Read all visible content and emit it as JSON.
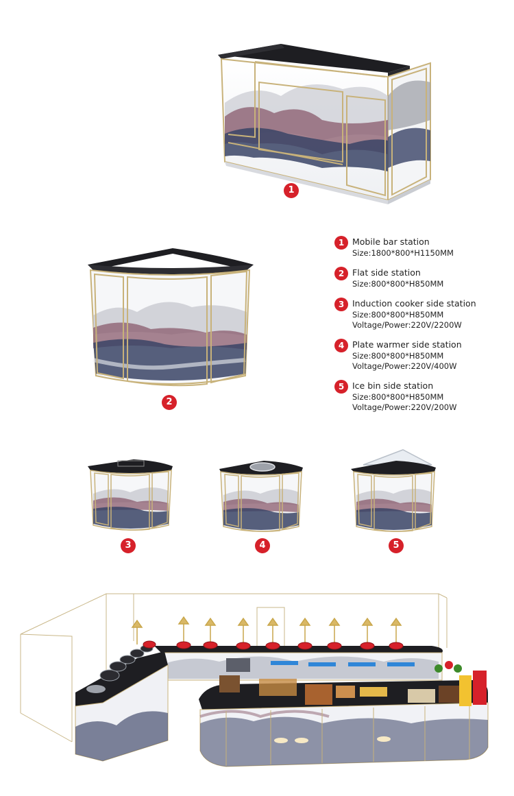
{
  "colors": {
    "accent": "#d6212a",
    "gold_frame": "#c8b27a",
    "counter_top": "#1e1e22",
    "ink_blue": "#3a4466",
    "ink_mauve": "#8a5b6c"
  },
  "badges": [
    "1",
    "2",
    "3",
    "4",
    "5"
  ],
  "specs": [
    {
      "num": "1",
      "name": "Mobile bar station",
      "lines": [
        "Size:1800*800*H1150MM"
      ]
    },
    {
      "num": "2",
      "name": "Flat side station",
      "lines": [
        "Size:800*800*H850MM"
      ]
    },
    {
      "num": "3",
      "name": "Induction cooker side station",
      "lines": [
        "Size:800*800*H850MM",
        "Voltage/Power:220V/2200W"
      ]
    },
    {
      "num": "4",
      "name": "Plate warmer side station",
      "lines": [
        "Size:800*800*H850MM",
        "Voltage/Power:220V/400W"
      ]
    },
    {
      "num": "5",
      "name": "Ice bin side station",
      "lines": [
        "Size:800*800*H850MM",
        "Voltage/Power:220V/200W"
      ]
    }
  ]
}
